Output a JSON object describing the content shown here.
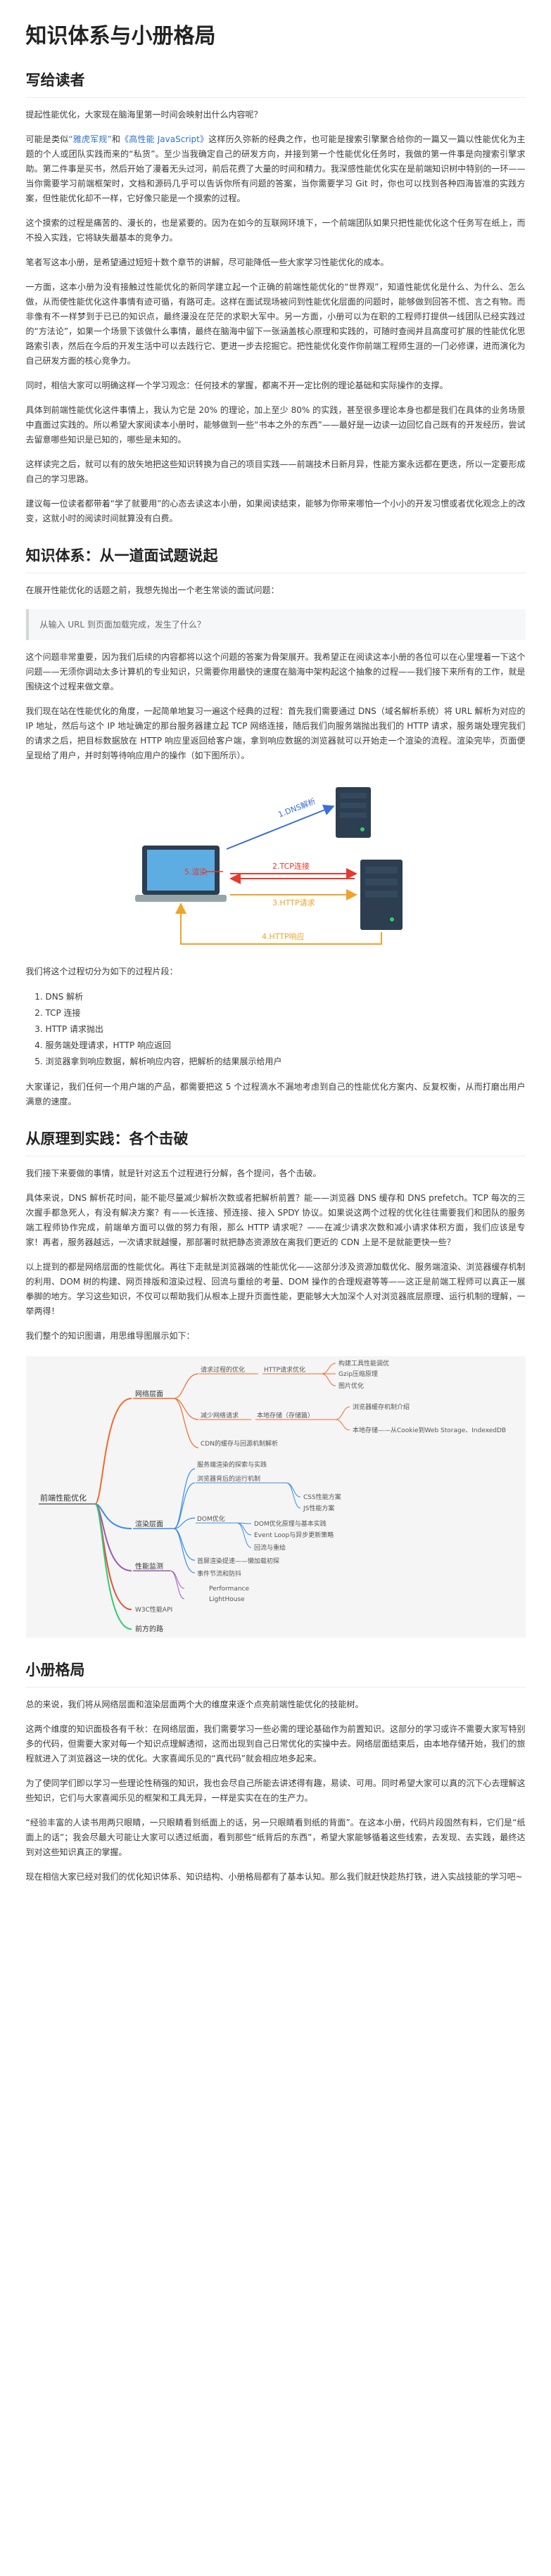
{
  "title": "知识体系与小册格局",
  "sections": {
    "intro": {
      "heading": "写给读者",
      "p1": "提起性能优化，大家现在脑海里第一时间会映射出什么内容呢？",
      "p2_pre": "可能是类似",
      "p2_link1": "“雅虎军规”",
      "p2_mid1": "和",
      "p2_link2": "《高性能 JavaScript》",
      "p2_post": "这样历久弥新的经典之作，也可能是搜索引擎聚合给你的一篇又一篇以性能优化为主题的个人或团队实践而来的“私货”。至少当我确定自己的研发方向，并接到第一个性能优化任务时，我做的第一件事是向搜索引擎求助。第二件事是买书，然后开始了漫着无头过河，前后花费了大量的时间和精力。我深感性能优化实在是前端知识树中特别的一环——当你需要学习前端框架时，文档和源码几乎可以告诉你所有问题的答案，当你需要学习 Git 时，你也可以找到各种四海皆准的实践方案，但性能优化却不一样，它好像只能是一个摸索的过程。",
      "p3": "这个摸索的过程是痛苦的、漫长的，也是紧要的。因为在如今的互联网环境下，一个前端团队如果只把性能优化这个任务写在纸上，而不投入实践，它将缺失最基本的竞争力。",
      "p4": "笔者写这本小册，是希望通过短短十数个章节的讲解，尽可能降低一些大家学习性能优化的成本。",
      "p5": "一方面，这本小册为没有接触过性能优化的新同学建立起一个正确的前端性能优化的“世界观”，知道性能优化是什么、为什么、怎么做，从而使性能优化这件事情有迹可循，有路可走。这样在面试现场被问到性能优化层面的问题时，能够做到回答不慌、言之有物。而非像有不一样梦到于已已的知识点，最终漫没在茫茫的求职大军中。另一方面，小册可以为在职的工程师打提供一线团队已经实践过的“方法论”，如果一个场景下该做什么事情，最终在脑海中留下一张涵盖核心原理和实践的，可随时查阅并且高度可扩展的性能优化思路索引表，然后在今后的开发生活中可以去践行它、更进一步去挖掘它。把性能优化变作你前端工程师生涯的一门必修课，进而演化为自己研发方面的核心竞争力。",
      "p6": "同时，相信大家可以明确这样一个学习观念：任何技术的掌握，都离不开一定比例的理论基础和实际操作的支撑。",
      "p7": "具体到前端性能优化这件事情上，我认为它是 20% 的理论，加上至少 80% 的实践，甚至很多理论本身也都是我们在具体的业务场景中直面过实践的。所以希望大家阅读本小册时，能够做到一些“书本之外的东西”——最好是一边读一边回忆自己既有的开发经历，尝试去留意哪些知识是已知的，哪些是未知的。",
      "p8": "这样读完之后，就可以有的放矢地把这些知识转换为自己的项目实践——前端技术日新月异，性能方案永远都在更迭，所以一定要形成自己的学习思路。",
      "p9": "建议每一位读者都带着“学了就要用”的心态去读这本小册，如果阅读结束，能够为你带来哪怕一个小小的开发习惯或者优化观念上的改变，这就小时的阅读时间就算没有白费。"
    },
    "knowledge": {
      "heading": "知识体系：从一道面试题说起",
      "p1": "在展开性能优化的话题之前，我想先抛出一个老生常谈的面试问题：",
      "quote": "从输入 URL 到页面加载完成，发生了什么？",
      "p2": "这个问题非常重要，因为我们后续的内容都将以这个问题的答案为骨架展开。我希望正在阅读这本小册的各位可以在心里埋着一下这个问题——无须你调动太多计算机的专业知识，只需要你用最快的速度在脑海中架构起这个抽象的过程——我们接下来所有的工作，就是围绕这个过程来做文章。",
      "p3": "我们现在站在性能优化的角度，一起简单地复习一遍这个经典的过程：首先我们需要通过 DNS（域名解析系统）将 URL 解析为对应的 IP 地址，然后与这个 IP 地址确定的那台服务器建立起 TCP 网络连接，随后我们向服务端抛出我们的 HTTP 请求，服务端处理完我们的请求之后，把目标数据放在 HTTP 响应里返回给客户端，拿到响应数据的浏览器就可以开始走一个渲染的流程。渲染完毕，页面便呈现给了用户，并时刻等待响应用户的操作（如下图所示）。",
      "diagram": {
        "label1": "1.DNS解析",
        "label2": "2.TCP连接",
        "label3": "3.HTTP请求",
        "label4": "4.HTTP响应",
        "label5": "5.渲染",
        "color_blue": "#3a6ed8",
        "color_red": "#e53a2f",
        "color_orange": "#f0a32a"
      },
      "p4": "我们将这个过程切分为如下的过程片段：",
      "steps": [
        "DNS 解析",
        "TCP 连接",
        "HTTP 请求抛出",
        "服务端处理请求，HTTP 响应返回",
        "浏览器拿到响应数据，解析响应内容，把解析的结果展示给用户"
      ],
      "p5": "大家谨记，我们任何一个用户端的产品，都需要把这 5 个过程滴水不漏地考虑到自己的性能优化方案内、反复权衡，从而打磨出用户满意的速度。"
    },
    "practice": {
      "heading": "从原理到实践：各个击破",
      "p1": "我们接下来要做的事情，就是针对这五个过程进行分解，各个提问，各个击破。",
      "p2": "具体来说，DNS 解析花时间，能不能尽量减少解析次数或者把解析前置？能——浏览器 DNS 缓存和 DNS prefetch。TCP 每次的三次握手都急死人，有没有解决方案？有——长连接、预连接、接入 SPDY 协议。如果说这两个过程的优化往往需要我们和团队的服务端工程师协作完成，前端单方面可以做的努力有限，那么 HTTP 请求呢？——在减少请求次数和减小请求体积方面，我们应该是专家！再者，服务器越远，一次请求就越慢，那部署时就把静态资源放在离我们更近的 CDN 上是不是就能更快一些？",
      "p3": "以上提到的都是网络层面的性能优化。再往下走就是浏览器端的性能优化——这部分涉及资源加载优化、服务端渲染、浏览器缓存机制的利用、DOM 树的构建、网页排版和渲染过程、回流与重绘的考量、DOM 操作的合理规避等等——这正是前端工程师可以真正一展拳脚的地方。学习这些知识，不仅可以帮助我们从根本上提升页面性能，更能够大大加深个人对浏览器底层原理、运行机制的理解，一举两得！",
      "p4": "我们整个的知识图谱，用思维导图展示如下：",
      "mindmap": {
        "root": "前端性能优化",
        "net": "网络层面",
        "req": "请求过程的优化",
        "http_opt": "HTTP请求优化",
        "build": "构建工具性能调优",
        "gzip": "Gzip压缩原理",
        "img": "图片优化",
        "reduce": "减少网络请求",
        "local": "本地存储（存储篇）",
        "cache": "浏览器缓存机制介绍",
        "storage": "本地存储——从Cookie到Web Storage、IndexedDB",
        "cdn": "CDN的缓存与回源机制解析",
        "render": "渲染层面",
        "ssr": "服务端渲染的探索与实践",
        "browser": "浏览器背后的运行机制",
        "css": "CSS性能方案",
        "js": "JS性能方案",
        "dom": "DOM优化",
        "dom1": "DOM优化原理与基本实践",
        "dom2": "Event Loop与异步更新策略",
        "dom3": "回流与重绘",
        "lazy": "首屏渲染提速——懒加载初探",
        "throttle": "事件节流和防抖",
        "perf": "性能监测",
        "perf_tool": "Performance",
        "lighthouse": "LightHouse",
        "w3c": "W3C性能API",
        "summary": "前方的路",
        "colors": [
          "#f06a2a",
          "#3a8ee6",
          "#9b59b6",
          "#e74c3c",
          "#2ecc71"
        ]
      }
    },
    "pattern": {
      "heading": "小册格局",
      "p1": "总的来说，我们将从网络层面和渲染层面两个大的维度来逐个点亮前端性能优化的技能树。",
      "p2": "这两个维度的知识面极各有千秋：在网络层面，我们需要学习一些必需的理论基础作为前置知识。这部分的学习或许不需要大家写特别多的代码，但需要大家对每一个知识点理解透彻，这而出现到自己日常优化的实操中去。网络层面结束后，由本地存储开始，我们的旅程就进入了浏览器这一块的优化。大家喜闻乐见的“真代码”就会相应地多起来。",
      "p3": "为了使同学们即以学习一些理论性稍强的知识，我也会尽自己所能去讲述得有趣，易读、可用。同时希望大家可以真的沉下心去理解这些知识，它们与大家喜闻乐见的框架和工具无异，一样是实实在在的生产力。",
      "p4": "“经验丰富的人读书用两只眼睛，一只眼睛看到纸面上的话，另一只眼睛看到纸的背面”。在这本小册，代码片段固然有料，它们是“纸面上的话”；我会尽最大可能让大家可以透过纸面，看到那些“纸背后的东西”，希望大家能够循着这些线索，去发现、去实践，最终达到对这些知识真正的掌握。",
      "p5": "现在相信大家已经对我们的优化知识体系、知识结构、小册格局都有了基本认知。那么我们就赶快趁热打铁，进入实战技能的学习吧~"
    }
  }
}
